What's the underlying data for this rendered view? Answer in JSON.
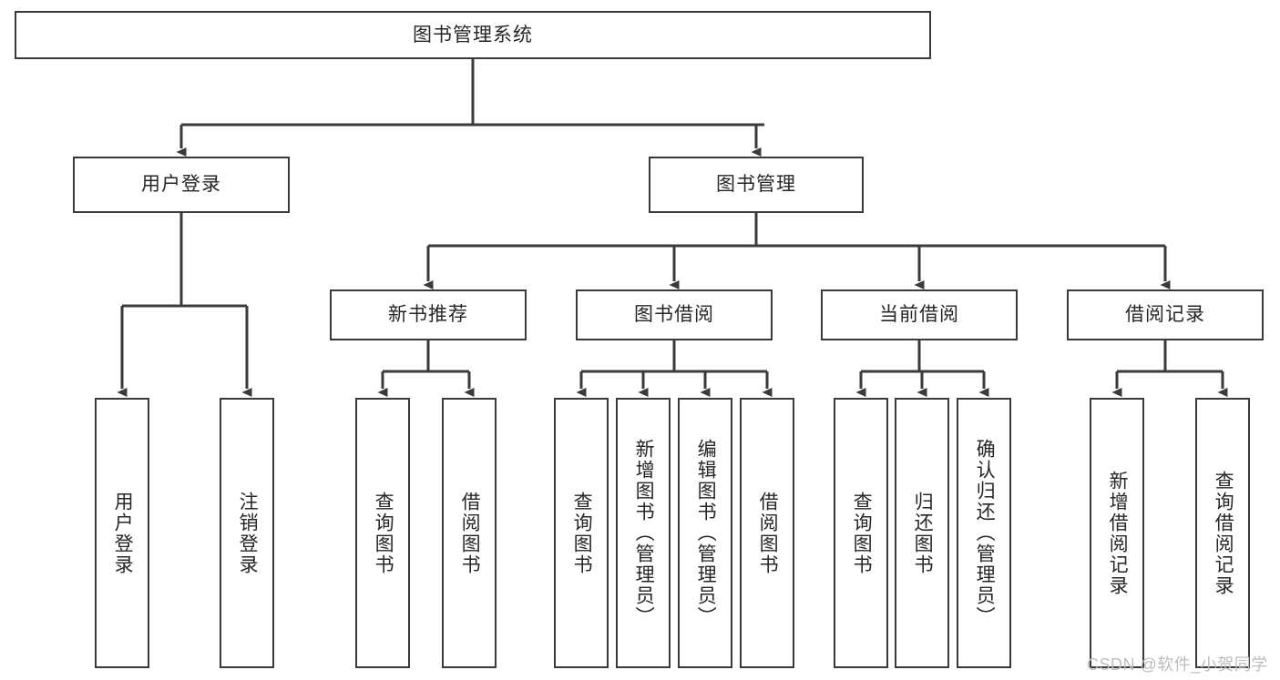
{
  "diagram": {
    "type": "tree-hierarchy",
    "title": "图书管理系统",
    "background_color": "#ffffff",
    "line_color": "#3a3a3a",
    "text_color": "#262626"
  },
  "nodes": {
    "root": {
      "label": "图书管理系统",
      "level": 1,
      "orientation": "horizontal"
    },
    "level2": [
      {
        "id": "user-login",
        "label": "用户登录",
        "orientation": "horizontal"
      },
      {
        "id": "book-manage",
        "label": "图书管理",
        "orientation": "horizontal"
      }
    ],
    "level3": [
      {
        "id": "new-book-recommend",
        "label": "新书推荐",
        "parent": "book-manage",
        "orientation": "horizontal"
      },
      {
        "id": "book-borrow",
        "label": "图书借阅",
        "parent": "book-manage",
        "orientation": "horizontal"
      },
      {
        "id": "current-borrow",
        "label": "当前借阅",
        "parent": "book-manage",
        "orientation": "horizontal"
      },
      {
        "id": "borrow-record",
        "label": "借阅记录",
        "parent": "book-manage",
        "orientation": "horizontal"
      }
    ],
    "leaves": [
      {
        "id": "leaf-user-login",
        "label": "用户登录",
        "parent": "user-login",
        "orientation": "vertical"
      },
      {
        "id": "leaf-logout",
        "label": "注销登录",
        "parent": "user-login",
        "orientation": "vertical"
      },
      {
        "id": "leaf-query-book-1",
        "label": "查询图书",
        "parent": "new-book-recommend",
        "orientation": "vertical"
      },
      {
        "id": "leaf-borrow-book-1",
        "label": "借阅图书",
        "parent": "new-book-recommend",
        "orientation": "vertical"
      },
      {
        "id": "leaf-query-book-2",
        "label": "查询图书",
        "parent": "book-borrow",
        "orientation": "vertical"
      },
      {
        "id": "leaf-add-book",
        "label": "新增图书（管理员）",
        "parent": "book-borrow",
        "orientation": "vertical"
      },
      {
        "id": "leaf-edit-book",
        "label": "编辑图书（管理员）",
        "parent": "book-borrow",
        "orientation": "vertical"
      },
      {
        "id": "leaf-borrow-book-2",
        "label": "借阅图书",
        "parent": "book-borrow",
        "orientation": "vertical"
      },
      {
        "id": "leaf-query-book-3",
        "label": "查询图书",
        "parent": "current-borrow",
        "orientation": "vertical"
      },
      {
        "id": "leaf-return-book",
        "label": "归还图书",
        "parent": "current-borrow",
        "orientation": "vertical"
      },
      {
        "id": "leaf-confirm-return",
        "label": "确认归还（管理员）",
        "parent": "current-borrow",
        "orientation": "vertical"
      },
      {
        "id": "leaf-add-record",
        "label": "新增借阅记录",
        "parent": "borrow-record",
        "orientation": "vertical"
      },
      {
        "id": "leaf-query-record",
        "label": "查询借阅记录",
        "parent": "borrow-record",
        "orientation": "vertical"
      }
    ]
  },
  "watermark": {
    "text": "CSDN @软件_小贺同学",
    "color": "#bdbdbd"
  }
}
